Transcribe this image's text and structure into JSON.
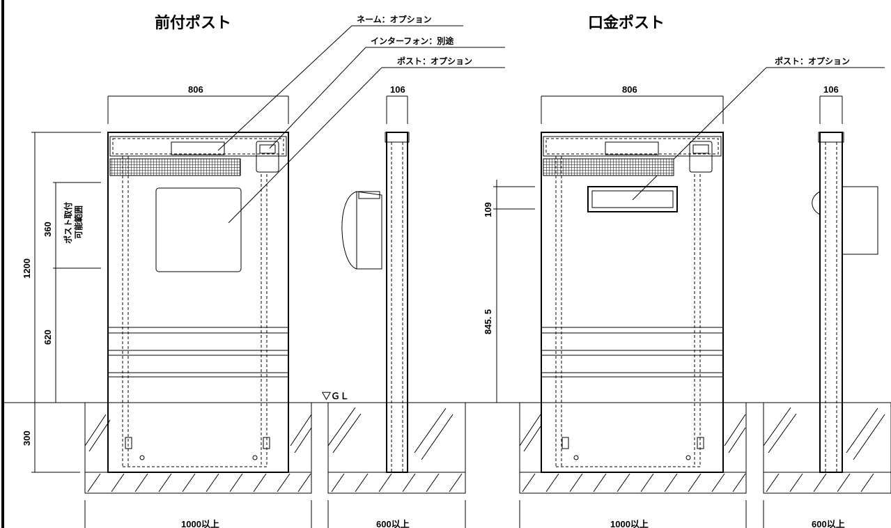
{
  "titles": {
    "front_post": "前付ポスト",
    "mouth_post": "口金ポスト"
  },
  "callouts": {
    "name_option": "ネーム：オプション",
    "interphone_separate": "インターフォン：別途",
    "post_option_left": "ポスト：オプション",
    "post_option_right": "ポスト：オプション"
  },
  "dimensions": {
    "width_left": "806",
    "depth_left": "106",
    "width_right": "806",
    "depth_right": "106",
    "total_height": "1200",
    "post_range": "360",
    "post_range_label_1": "ポスト取付",
    "post_range_label_2": "可能範囲",
    "lower_620": "620",
    "underground_300": "300",
    "slot_109": "109",
    "slot_height_845": "845. 5",
    "gl": "▽ＧＬ",
    "foundation_left_1": "1000以上",
    "foundation_left_2": "600以上",
    "foundation_right_1": "1000以上",
    "foundation_right_2": "600以上"
  }
}
